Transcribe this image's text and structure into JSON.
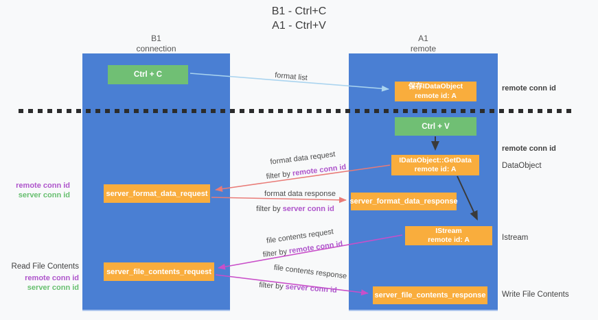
{
  "title": {
    "line1": "B1 - Ctrl+C",
    "line2": "A1 - Ctrl+V"
  },
  "columns": {
    "b1": {
      "name": "B1",
      "role": "connection"
    },
    "a1": {
      "name": "A1",
      "role": "remote"
    }
  },
  "nodes": {
    "ctrl_c": {
      "label": "Ctrl + C"
    },
    "ctrl_v": {
      "label": "Ctrl + V"
    },
    "save_dataobject": {
      "line1": "保存IDataObject",
      "line2": "remote id: A"
    },
    "getdata": {
      "line1": "IDataObject::GetData",
      "line2": "remote id: A"
    },
    "istream": {
      "line1": "IStream",
      "line2": "remote id: A"
    },
    "server_format_data_request": {
      "label": "server_format_data_request"
    },
    "server_format_data_response": {
      "label": "server_format_data_response"
    },
    "server_file_contents_request": {
      "label": "server_file_contents_request"
    },
    "server_file_contents_response": {
      "label": "server_file_contents_response"
    }
  },
  "edge_labels": {
    "format_list": "format list",
    "format_data_request": "format data request",
    "format_data_response": "format data response",
    "file_contents_request": "file contents request",
    "file_contents_response": "file contents response",
    "filter_by": "filter by",
    "remote_conn_id": "remote conn id",
    "server_conn_id": "server conn id"
  },
  "side_labels": {
    "left": {
      "remote_conn_id": "remote conn id",
      "server_conn_id": "server conn id",
      "read_file_contents": "Read File Contents",
      "remote_conn_id_2": "remote conn id",
      "server_conn_id_2": "server conn id"
    },
    "right": {
      "remote_conn_id_top": "remote conn id",
      "remote_conn_id_mid": "remote conn id",
      "dataobject": "DataObject",
      "istream": "Istream",
      "write_file_contents": "Write File Contents"
    }
  },
  "colors": {
    "column_blue": "#4a7fd3",
    "box_green": "#70bf74",
    "box_orange": "#f9ad3d",
    "purple_text": "#ae54cb",
    "green_text": "#67bf6f",
    "arrow_salmon": "#e97b77",
    "arrow_magenta": "#c94fc9",
    "arrow_lightblue": "#aad4ef",
    "arrow_black": "#3a3a3a",
    "dashed_line": "#2c2c2c"
  }
}
